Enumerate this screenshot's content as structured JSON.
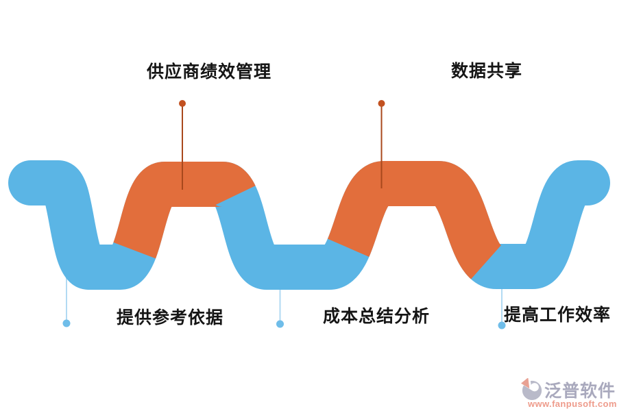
{
  "diagram": {
    "top_labels": [
      {
        "text": "供应商绩效管理"
      },
      {
        "text": "数据共享"
      }
    ],
    "bottom_labels": [
      {
        "text": "提供参考依据"
      },
      {
        "text": "成本总结分析"
      },
      {
        "text": "提高工作效率"
      }
    ]
  },
  "logo": {
    "name": "泛普软件",
    "url": "www.fanpusoft.com"
  },
  "colors": {
    "wave_blue": "#5bb5e5",
    "wave_orange": "#e26e3c",
    "top_stem": "#a8481c",
    "top_dot": "#c25120",
    "bottom_stem": "#b2daf3",
    "bottom_dot": "#6fbde9",
    "label_text": "#151515",
    "logo_text": "#a9a9bd",
    "logo_url_text": "#ee9b8b",
    "logo_icon_main": "#b9bac9",
    "logo_icon_accent": "#e8a193"
  }
}
